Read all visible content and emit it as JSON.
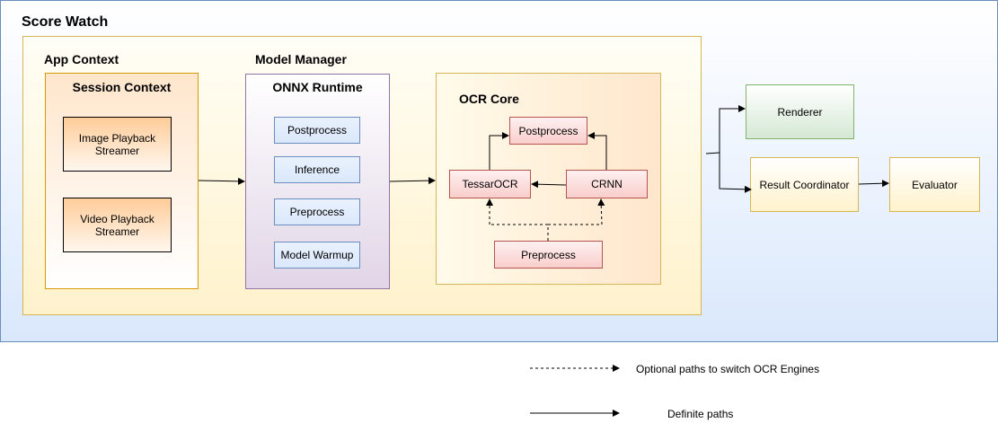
{
  "diagram": {
    "outer_title": "Score Watch",
    "app_context_title": "App Context",
    "model_manager_title": "Model Manager",
    "session_context": {
      "title": "Session Context",
      "image_streamer": [
        "Image Playback",
        "Streamer"
      ],
      "video_streamer": [
        "Video Playback",
        "Streamer"
      ]
    },
    "onnx_runtime": {
      "title": "ONNX Runtime",
      "postprocess": "Postprocess",
      "inference": "Inference",
      "preprocess": "Preprocess",
      "warmup": "Model Warmup"
    },
    "ocr_core": {
      "title": "OCR Core",
      "postprocess": "Postprocess",
      "tesseract": "TessarOCR",
      "crnn": "CRNN",
      "preprocess": "Preprocess"
    },
    "renderer": "Renderer",
    "result_coordinator": "Result Coordinator",
    "evaluator": "Evaluator"
  },
  "legend": {
    "optional": "Optional paths to switch OCR Engines",
    "definite": "Definite paths"
  },
  "colors": {
    "outer_border": "#6c8ebf",
    "app_context_border": "#d6b656",
    "session_border": "#d79b00",
    "onnx_border": "#9673a6",
    "ocr_box_border": "#b85450",
    "renderer_border": "#82b366"
  }
}
